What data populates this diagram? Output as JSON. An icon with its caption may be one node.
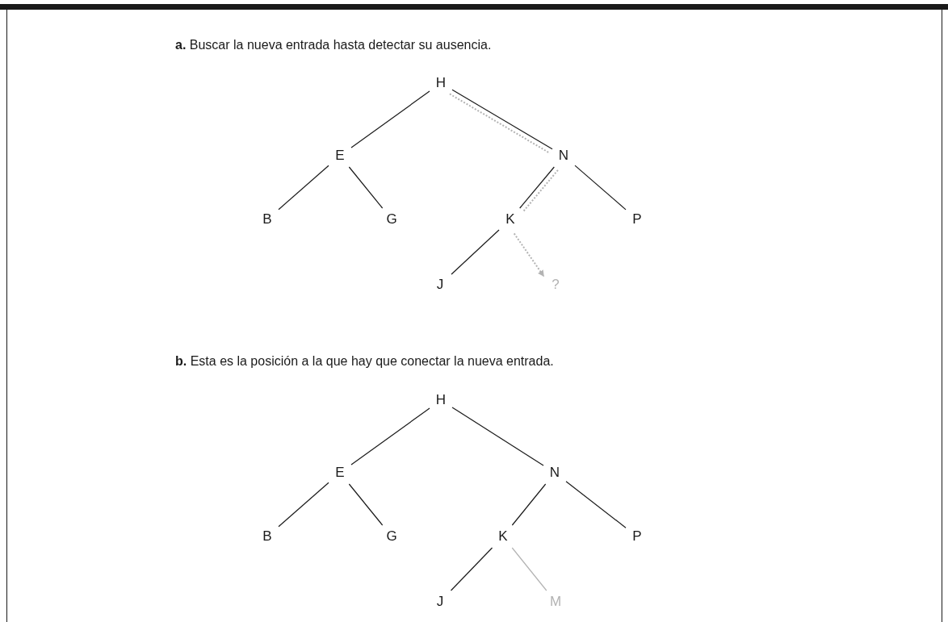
{
  "diagram": {
    "nodes": [
      {
        "text": [
          "H"
        ]
      },
      {
        "text": [
          "E"
        ]
      },
      {
        "text": [
          "N"
        ]
      },
      {
        "text": [
          "B"
        ]
      },
      {
        "text": [
          "G"
        ]
      },
      {
        "text": [
          "K"
        ]
      },
      {
        "text": [
          "P"
        ]
      },
      {
        "text": [
          "J"
        ]
      },
      {
        "text": [
          "?"
        ]
      },
      {
        "text": [
          "H"
        ]
      },
      {
        "text": [
          "E"
        ]
      },
      {
        "text": [
          "N"
        ]
      },
      {
        "text": [
          "B"
        ]
      },
      {
        "text": [
          "G"
        ]
      },
      {
        "text": [
          "K"
        ]
      },
      {
        "text": [
          "P"
        ]
      },
      {
        "text": [
          "J"
        ]
      },
      {
        "text": [
          "M"
        ]
      }
    ],
    "edges": [
      {
        "from": 0,
        "to": 1,
        "arrow": "none"
      },
      {
        "from": 0,
        "to": 2,
        "arrow": "none"
      },
      {
        "from": 1,
        "to": 3,
        "arrow": "none"
      },
      {
        "from": 1,
        "to": 4,
        "arrow": "none"
      },
      {
        "from": 2,
        "to": 5,
        "arrow": "none"
      },
      {
        "from": 2,
        "to": 6,
        "arrow": "none"
      },
      {
        "from": 5,
        "to": 7,
        "arrow": "none"
      },
      {
        "from": 0,
        "to": 2,
        "arrow": "none",
        "style": "dashed",
        "color": "#b3b3b3"
      },
      {
        "from": 2,
        "to": 5,
        "arrow": "none",
        "style": "dashed",
        "color": "#b3b3b3"
      },
      {
        "from": 5,
        "to": 8,
        "arrow": "to",
        "style": "dashed",
        "color": "#b3b3b3"
      },
      {
        "from": 9,
        "to": 10,
        "arrow": "none"
      },
      {
        "from": 9,
        "to": 11,
        "arrow": "none"
      },
      {
        "from": 10,
        "to": 12,
        "arrow": "none"
      },
      {
        "from": 10,
        "to": 13,
        "arrow": "none"
      },
      {
        "from": 11,
        "to": 14,
        "arrow": "none"
      },
      {
        "from": 11,
        "to": 15,
        "arrow": "none"
      },
      {
        "from": 14,
        "to": 16,
        "arrow": "none"
      },
      {
        "from": 14,
        "to": 17,
        "arrow": "none",
        "color": "#b3b3b3"
      }
    ],
    "labels": [
      "**a.** Buscar la nueva entrada hasta detectar su ausencia.",
      "**b.** Esta es la posición a la que hay que conectar la nueva entrada."
    ]
  }
}
